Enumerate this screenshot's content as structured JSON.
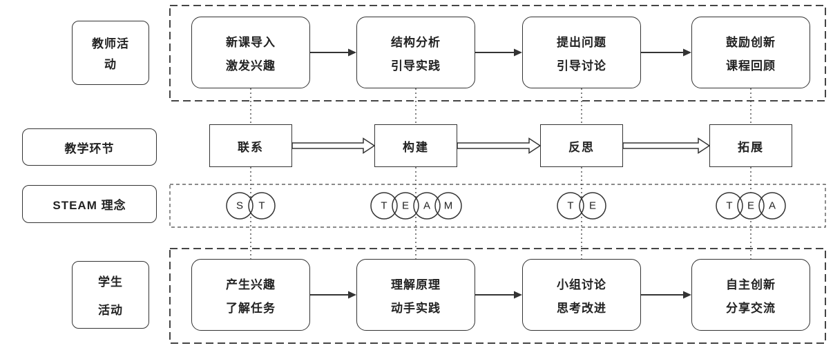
{
  "diagram": {
    "teacher_row": {
      "label_line1": "教师活",
      "label_line2": "动",
      "boxes": [
        {
          "line1": "新课导入",
          "line2": "激发兴趣"
        },
        {
          "line1": "结构分析",
          "line2": "引导实践"
        },
        {
          "line1": "提出问题",
          "line2": "引导讨论"
        },
        {
          "line1": "鼓励创新",
          "line2": "课程回顾"
        }
      ]
    },
    "stage_row": {
      "label": "教学环节",
      "stages": [
        "联系",
        "构建",
        "反思",
        "拓展"
      ]
    },
    "steam_row": {
      "label": "STEAM 理念",
      "groups": [
        [
          "S",
          "T"
        ],
        [
          "T",
          "E",
          "A",
          "M"
        ],
        [
          "T",
          "E"
        ],
        [
          "T",
          "E",
          "A"
        ]
      ]
    },
    "student_row": {
      "label_line1": "学生",
      "label_line2": "活动",
      "boxes": [
        {
          "line1": "产生兴趣",
          "line2": "了解任务"
        },
        {
          "line1": "理解原理",
          "line2": "动手实践"
        },
        {
          "line1": "小组讨论",
          "line2": "思考改进"
        },
        {
          "line1": "自主创新",
          "line2": "分享交流"
        }
      ]
    },
    "colors": {
      "line": "#333333",
      "background": "#ffffff"
    }
  }
}
